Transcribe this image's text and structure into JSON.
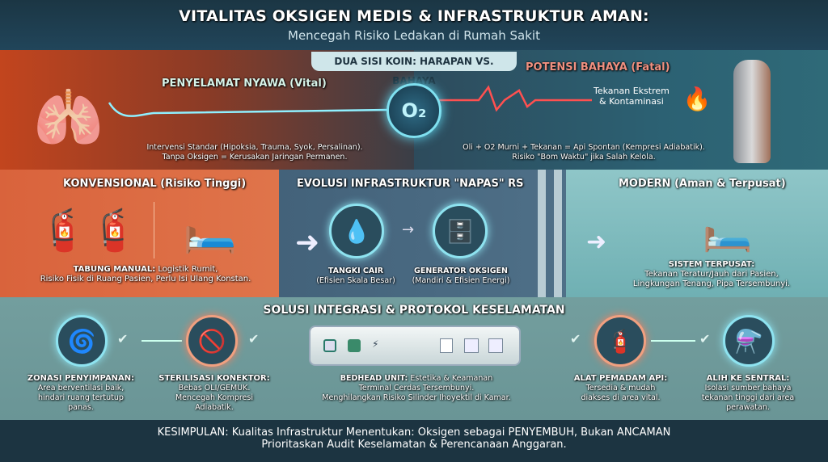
{
  "header": {
    "title": "VITALITAS OKSIGEN MEDIS & INFRASTRUKTUR AMAN:",
    "subtitle": "Mencegah Risiko Ledakan di Rumah Sakit"
  },
  "dual": {
    "banner": "DUA SISI KOIN: HARAPAN VS. BAHAYA",
    "center_symbol": "O₂",
    "left": {
      "heading": "PENYELAMAT NYAWA (Vital)",
      "line1": "Intervensi Standar (Hipoksia, Trauma, Syok, Persalinan).",
      "line2": "Tanpa Oksigen = Kerusakan Jaringan Permanen."
    },
    "right": {
      "heading": "POTENSI BAHAYA (Fatal)",
      "callout1": "Tekanan Ekstrem",
      "callout2": "& Kontaminasi",
      "line1": "Oli + O2 Murni + Tekanan = Api Spontan (Kempresi Adiabatik).",
      "line2": "Risiko \"Bom Waktu\" jika Salah Kelola."
    }
  },
  "evolution": {
    "conventional": {
      "heading": "KONVENSIONAL (Risiko Tinggi)",
      "label": "TABUNG MANUAL:",
      "desc1": " Logistik Rumit,",
      "desc2": "Risiko Fisik di Ruang Pasien, Perlu Isi Ulang Konstan."
    },
    "center": {
      "heading": "EVOLUSI INFRASTRUKTUR \"NAPAS\" RS",
      "tank_title": "TANGKI CAIR",
      "tank_desc": "(Efisien Skala Besar)",
      "gen_title": "GENERATOR OKSIGEN",
      "gen_desc": "(Mandiri & Efisien Energi)"
    },
    "modern": {
      "heading": "MODERN (Aman & Terpusat)",
      "label": "SISTEM TERPUSAT:",
      "desc1": "Tekanan Teratur/Jauh dari Pasien,",
      "desc2": "Lingkungan Tenang, Pipa Tersembunyi."
    }
  },
  "solutions": {
    "heading": "SOLUSI INTEGRASI & PROTOKOL KESELAMATAN",
    "items": [
      {
        "icon": "fan-icon",
        "title": "ZONASI PENYIMPANAN:",
        "desc": "Area berventilasi baik, hindari ruang tertutup panas."
      },
      {
        "icon": "no-grease-hand-icon",
        "title": "STERILISASI KONEKTOR:",
        "desc": "Bebas OLI/GEMUK. Mencegah Kompresi Adiabatik."
      },
      {
        "icon": "fire-extinguisher-icon",
        "title": "ALAT PEMADAM API:",
        "desc": "Tersedia & mudah diakses di area vital."
      },
      {
        "icon": "central-tanks-icon",
        "title": "ALIH KE SENTRAL:",
        "desc": "Isolasi sumber bahaya tekanan tinggi dari area perawatan."
      }
    ],
    "bedhead": {
      "title": "BEDHEAD UNIT:",
      "title_rest": " Estetika & Keamanan",
      "line1": "Terminal Cerdas Tersembunyi.",
      "line2": "Menghilangkan Risiko Silinder Ihoyektil di Kamar."
    }
  },
  "footer": {
    "line1": "KESIMPULAN: Kualitas Infrastruktur Menentukan: Oksigen sebagai PENYEMBUH, Bukan ANCAMAN",
    "line2": "Prioritaskan Audit Keselamatan & Perencanaan Anggaran."
  },
  "colors": {
    "header": "#1d3a48",
    "danger": "#c2451e",
    "safe": "#2f6a78",
    "accent": "#7fe0f0"
  }
}
